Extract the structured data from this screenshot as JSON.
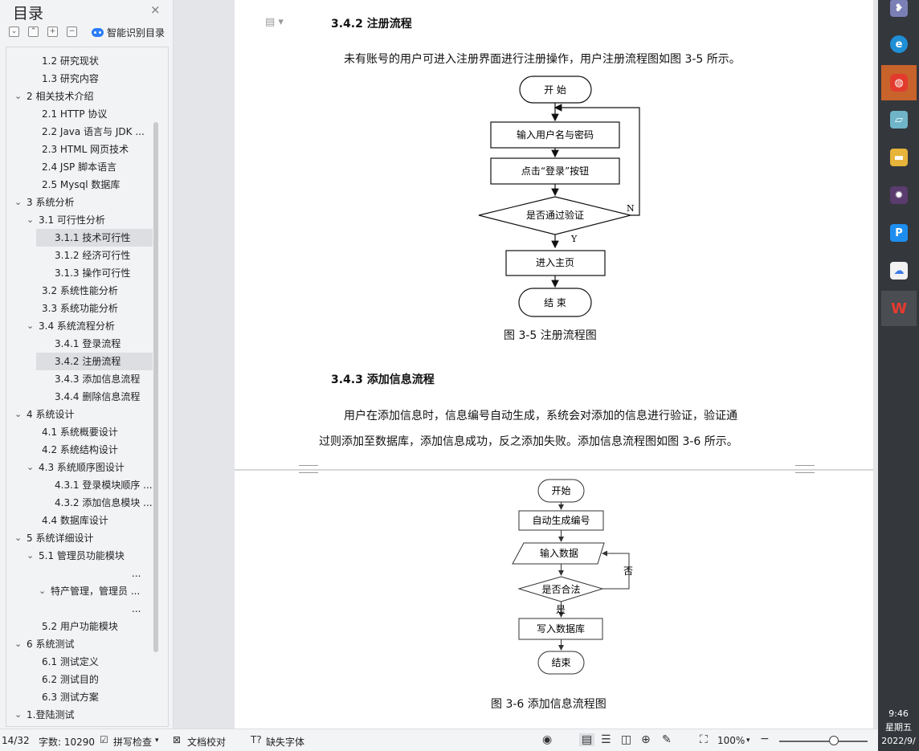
{
  "sidebar": {
    "title": "目录",
    "close": "×",
    "ctrl_collapse": "⌄",
    "ctrl_expand": "⌃",
    "ctrl_plus": "+",
    "ctrl_minus": "−",
    "smart": "智能识别目录",
    "items": [
      {
        "label": "1.2 研究现状",
        "selected": false
      },
      {
        "label": "1.3 研究内容",
        "selected": false
      },
      {
        "label": "2 相关技术介绍",
        "arrow": "⌄",
        "selected": false
      },
      {
        "label": "2.1 HTTP 协议",
        "selected": false
      },
      {
        "label": "2.2 Java 语言与 JDK ...",
        "selected": false
      },
      {
        "label": "2.3 HTML 网页技术",
        "selected": false
      },
      {
        "label": "2.4 JSP 脚本语言",
        "selected": false
      },
      {
        "label": "2.5 Mysql 数据库",
        "selected": false
      },
      {
        "label": "3  系统分析",
        "arrow": "⌄",
        "selected": false
      },
      {
        "label": "3.1  可行性分析",
        "arrow": "⌄",
        "selected": false
      },
      {
        "label": "3.1.1  技术可行性",
        "selected": true
      },
      {
        "label": "3.1.2 经济可行性",
        "selected": false
      },
      {
        "label": "3.1.3 操作可行性",
        "selected": false
      },
      {
        "label": "3.2  系统性能分析",
        "selected": false
      },
      {
        "label": "3.3  系统功能分析",
        "selected": false
      },
      {
        "label": "3.4 系统流程分析",
        "arrow": "⌄",
        "selected": false
      },
      {
        "label": "3.4.1 登录流程",
        "selected": false
      },
      {
        "label": "3.4.2 注册流程",
        "selected": true
      },
      {
        "label": "3.4.3 添加信息流程",
        "selected": false
      },
      {
        "label": "3.4.4 删除信息流程",
        "selected": false
      },
      {
        "label": "4   系统设计",
        "arrow": "⌄",
        "selected": false
      },
      {
        "label": "4.1 系统概要设计",
        "selected": false
      },
      {
        "label": "4.2 系统结构设计",
        "selected": false
      },
      {
        "label": "4.3 系统顺序图设计",
        "arrow": "⌄",
        "selected": false
      },
      {
        "label": "4.3.1 登录模块顺序 ...",
        "selected": false
      },
      {
        "label": "4.3.2 添加信息模块 ...",
        "selected": false
      },
      {
        "label": "4.4 数据库设计",
        "selected": false
      },
      {
        "label": "5 系统详细设计",
        "arrow": "⌄",
        "selected": false
      },
      {
        "label": "5.1 管理员功能模块",
        "arrow": "⌄",
        "selected": false
      },
      {
        "label": "...",
        "selected": false
      },
      {
        "label": "特产管理，管理员 ...",
        "arrow": "⌄",
        "selected": false
      },
      {
        "label": "...",
        "selected": false
      },
      {
        "label": "5.2 用户功能模块",
        "selected": false
      },
      {
        "label": "6  系统测试",
        "arrow": "⌄",
        "selected": false
      },
      {
        "label": "6.1  测试定义",
        "selected": false
      },
      {
        "label": "6.2  测试目的",
        "selected": false
      },
      {
        "label": "6.3 测试方案",
        "selected": false
      },
      {
        "label": "1.登陆测试",
        "arrow": "⌄",
        "selected": false
      }
    ]
  },
  "document": {
    "h_342": "3.4.2 注册流程",
    "p_342": "未有账号的用户可进入注册界面进行注册操作，用户注册流程图如图 3-5 所示。",
    "fig35": {
      "start": "开  始",
      "input": "输入用户名与密码",
      "click": "点击“登录”按钮",
      "check": "是否通过验证",
      "no": "N",
      "yes": "Y",
      "enter": "进入主页",
      "end": "结  束"
    },
    "cap_35": "图 3-5  注册流程图",
    "h_343": "3.4.3 添加信息流程",
    "p_343_line1": "用户在添加信息时，信息编号自动生成，系统会对添加的信息进行验证，验证通",
    "p_343_line2": "过则添加至数据库，添加信息成功，反之添加失败。添加信息流程图如图 3-6 所示。",
    "fig36": {
      "start": "开始",
      "auto": "自动生成编号",
      "input": "输入数据",
      "check": "是否合法",
      "no": "否",
      "yes": "是",
      "write": "写入数据库",
      "end": "结束"
    },
    "cap_36": "图 3-6  添加信息流程图"
  },
  "statusbar": {
    "page": "14/32",
    "words": "字数: 10290",
    "spell": "拼写检查",
    "proof": "文档校对",
    "missing_font": "缺失字体",
    "zoom": "100%"
  },
  "clock": {
    "time": "9:46",
    "weekday": "星期五",
    "date": "2022/9/"
  },
  "taskbar_apps": [
    "feather-icon",
    "edge-icon",
    "chat-icon",
    "notes-icon",
    "folder-icon",
    "game-icon",
    "p-app-icon",
    "cloud-icon",
    "wps-icon"
  ],
  "colors": {
    "selected": "#dcdee2",
    "taskbar": "#34373c",
    "highlight_app": "#c8632c",
    "accent": "#2b7cf6"
  }
}
